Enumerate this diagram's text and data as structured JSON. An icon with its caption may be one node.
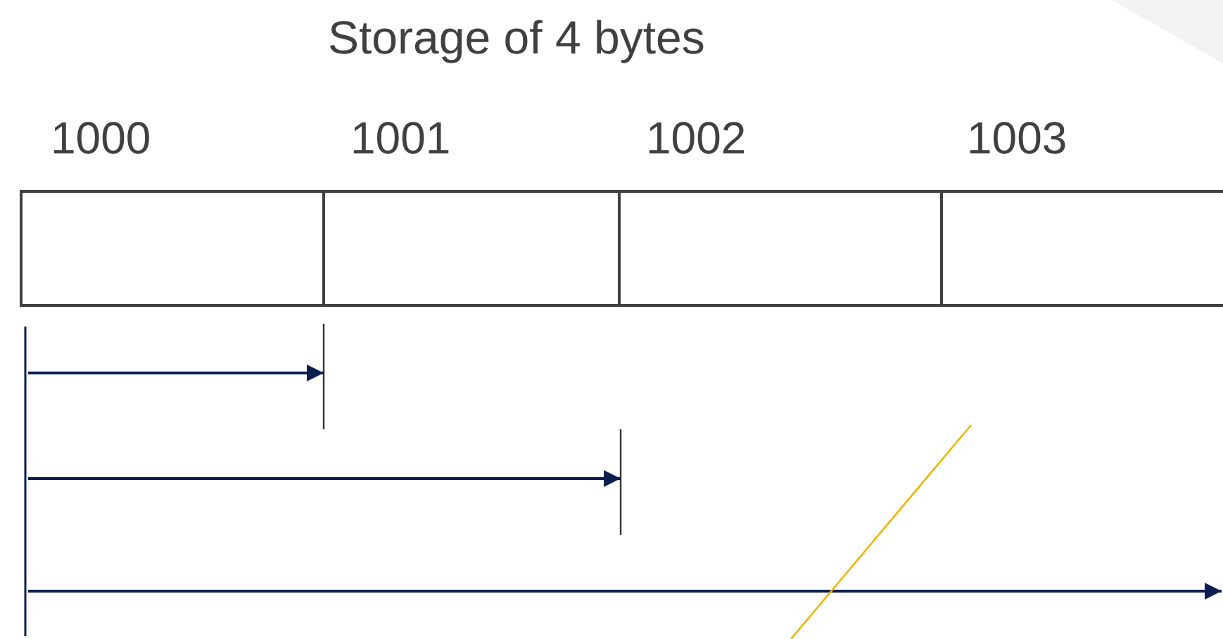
{
  "diagram": {
    "title": "Storage of 4 bytes",
    "nodes": [
      {
        "text": [],
        "shape": "box",
        "beside": [
          "1000"
        ]
      },
      {
        "text": [],
        "shape": "box",
        "beside": [
          "1001"
        ]
      },
      {
        "text": [],
        "shape": "box",
        "beside": [
          "1002"
        ]
      },
      {
        "text": [],
        "shape": "box",
        "beside": [
          "1003"
        ]
      }
    ]
  }
}
